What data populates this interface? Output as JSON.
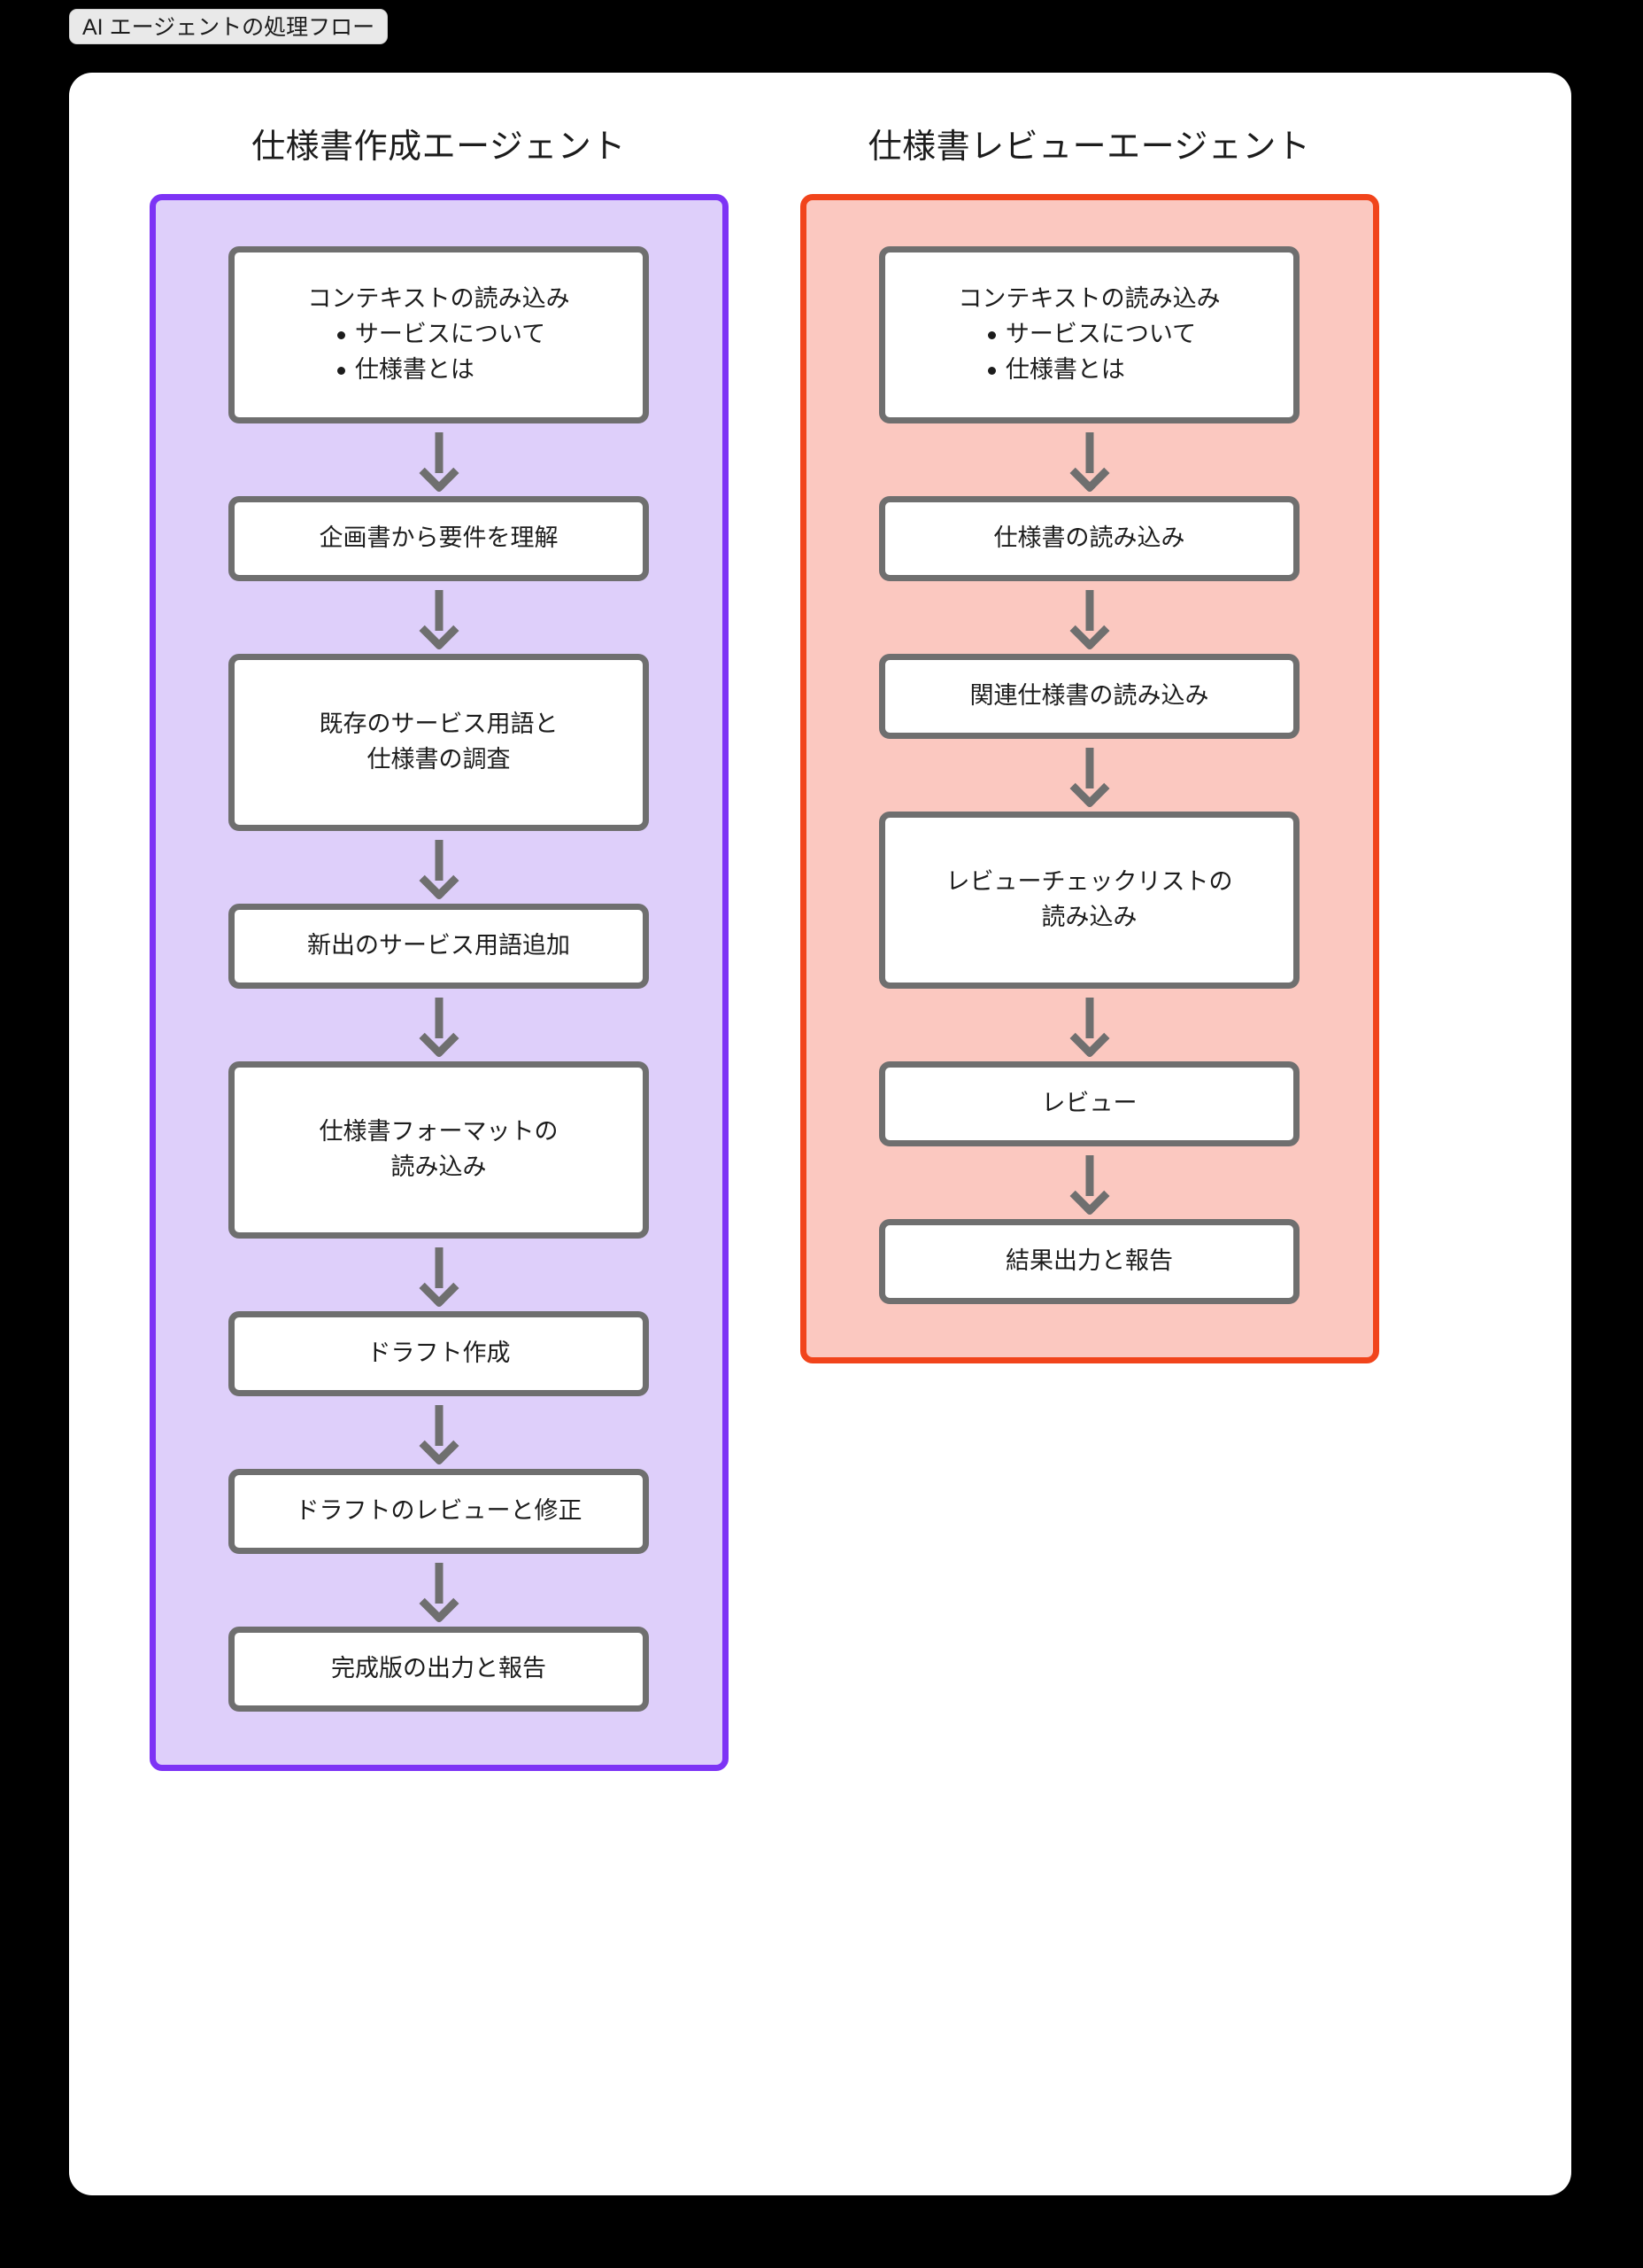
{
  "diagram": {
    "title_tab": "AI エージェントの処理フロー",
    "colors": {
      "page_background": "#000000",
      "card_background": "#FFFFFF",
      "tab_background": "#E9E9E9",
      "left_subgraph_border": "#7D33F5",
      "left_subgraph_fill": "#DECFFA",
      "right_subgraph_border": "#F1441B",
      "right_subgraph_fill": "#FBC8C0",
      "node_border": "#6F6F6F",
      "node_fill": "#FFFFFF",
      "arrow": "#6F6F6F",
      "text": "#1C1C1C"
    },
    "columns": [
      {
        "title": "仕様書作成エージェント",
        "accent": "#7D33F5",
        "nodes": [
          {
            "heading": "コンテキストの読み込み",
            "bullets": [
              "サービスについて",
              "仕様書とは"
            ]
          },
          {
            "lines": [
              "企画書から要件を理解"
            ]
          },
          {
            "lines": [
              "既存のサービス用語と",
              "仕様書の調査"
            ]
          },
          {
            "lines": [
              "新出のサービス用語追加"
            ]
          },
          {
            "lines": [
              "仕様書フォーマットの",
              "読み込み"
            ]
          },
          {
            "lines": [
              "ドラフト作成"
            ]
          },
          {
            "lines": [
              "ドラフトのレビューと修正"
            ]
          },
          {
            "lines": [
              "完成版の出力と報告"
            ]
          }
        ]
      },
      {
        "title": "仕様書レビューエージェント",
        "accent": "#F1441B",
        "nodes": [
          {
            "heading": "コンテキストの読み込み",
            "bullets": [
              "サービスについて",
              "仕様書とは"
            ]
          },
          {
            "lines": [
              "仕様書の読み込み"
            ]
          },
          {
            "lines": [
              "関連仕様書の読み込み"
            ]
          },
          {
            "lines": [
              "レビューチェックリストの",
              "読み込み"
            ]
          },
          {
            "lines": [
              "レビュー"
            ]
          },
          {
            "lines": [
              "結果出力と報告"
            ]
          }
        ]
      }
    ]
  }
}
